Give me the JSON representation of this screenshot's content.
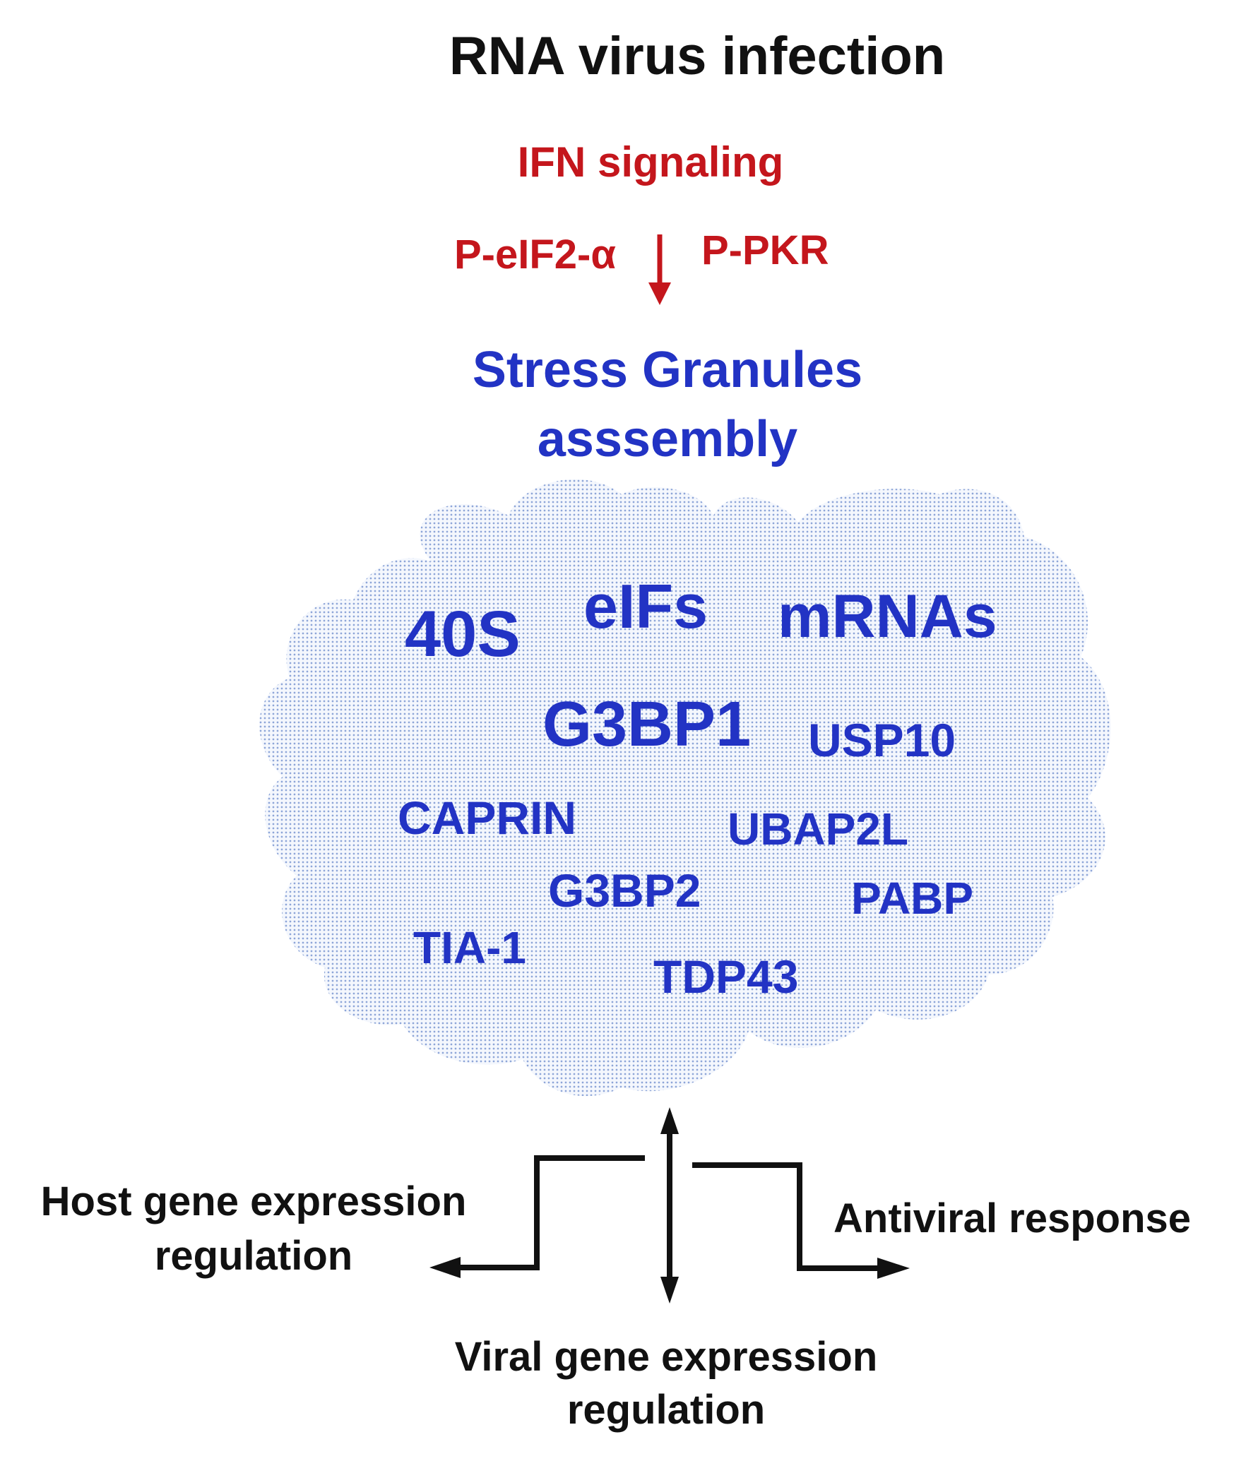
{
  "header": {
    "title": "RNA virus infection",
    "ifn_signaling": "IFN signaling",
    "p_eif2_alpha": "P-eIF2-α",
    "p_pkr": "P-PKR",
    "stress_granules_line1": "Stress Granules",
    "stress_granules_line2": "asssembly"
  },
  "granule": {
    "components": {
      "s40": "40S",
      "eifs": "eIFs",
      "mrnas": "mRNAs",
      "g3bp1": "G3BP1",
      "usp10": "USP10",
      "caprin": "CAPRIN",
      "ubap2l": "UBAP2L",
      "g3bp2": "G3BP2",
      "pabp": "PABP",
      "tia1": "TIA-1",
      "tdp43": "TDP43"
    }
  },
  "outcomes": {
    "host_line1": "Host gene expression",
    "host_line2": "regulation",
    "antiviral": "Antiviral response",
    "viral_line1": "Viral gene expression",
    "viral_line2": "regulation"
  },
  "colors": {
    "signaling_red": "#c4161c",
    "granule_blue": "#2233c4",
    "cloud_dots": "#8ea6d8",
    "text_black": "#111111"
  }
}
